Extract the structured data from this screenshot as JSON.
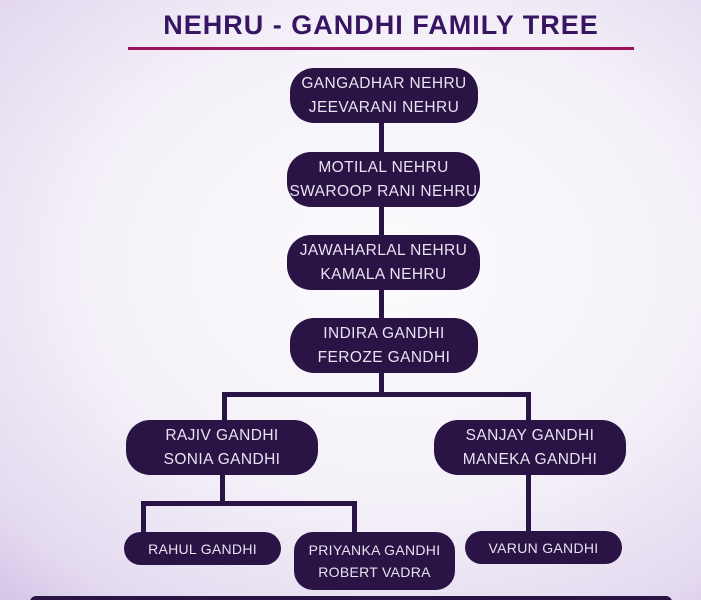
{
  "title": {
    "text": "NEHRU - GANDHI FAMILY TREE"
  },
  "colors": {
    "background_edge": "#8d6bc2",
    "box": "#2a1445",
    "box_text": "#e9e2f2",
    "title": "#371563",
    "underline": "#9b135f",
    "line": "#2a1445"
  },
  "nodes": [
    {
      "id": "gangadhar-jeevarani",
      "line1": "GANGADHAR NEHRU",
      "line2": "JEEVARANI NEHRU"
    },
    {
      "id": "motilal-swaroop",
      "line1": "MOTILAL NEHRU",
      "line2": "SWAROOP RANI NEHRU"
    },
    {
      "id": "jawaharlal-kamala",
      "line1": "JAWAHARLAL NEHRU",
      "line2": "KAMALA NEHRU"
    },
    {
      "id": "indira-feroze",
      "line1": "INDIRA GANDHI",
      "line2": "FEROZE GANDHI"
    },
    {
      "id": "rajiv-sonia",
      "line1": "RAJIV GANDHI",
      "line2": "SONIA GANDHI"
    },
    {
      "id": "sanjay-maneka",
      "line1": "SANJAY GANDHI",
      "line2": "MANEKA GANDHI"
    },
    {
      "id": "rahul",
      "line1": "RAHUL GANDHI"
    },
    {
      "id": "priyanka-robert",
      "line1": "PRIYANKA GANDHI",
      "line2": "ROBERT VADRA"
    },
    {
      "id": "varun",
      "line1": "VARUN GANDHI"
    }
  ]
}
